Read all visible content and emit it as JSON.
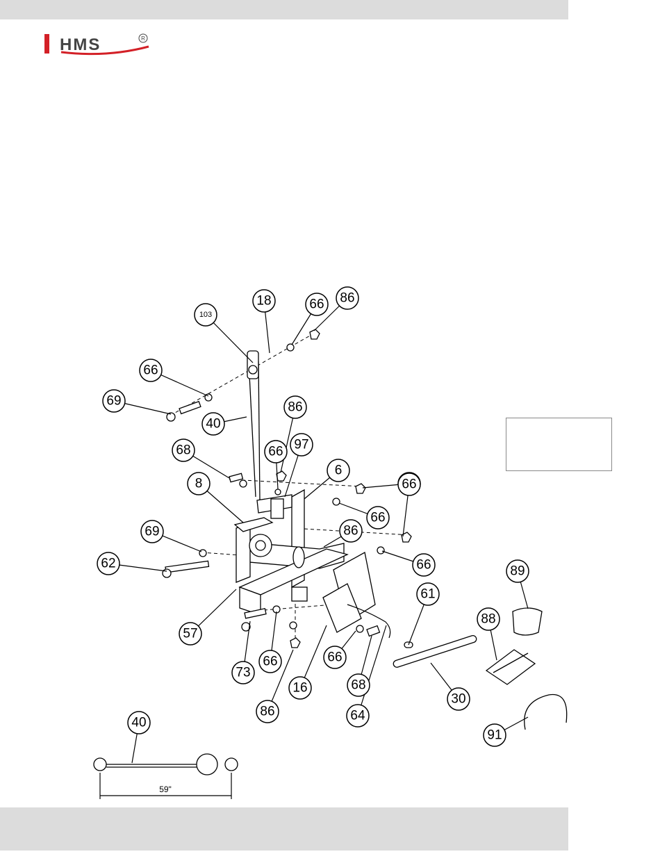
{
  "header": {
    "brand": "HMS",
    "registered_mark": "R",
    "brand_accent_color": "#d32027",
    "bar_color": "#dcdcdc"
  },
  "diagram": {
    "callouts": [
      "18",
      "103",
      "66",
      "86",
      "66",
      "69",
      "40",
      "68",
      "66",
      "86",
      "97",
      "8",
      "6",
      "86",
      "66",
      "66",
      "69",
      "62",
      "86",
      "66",
      "89",
      "61",
      "88",
      "57",
      "73",
      "66",
      "66",
      "16",
      "68",
      "64",
      "30",
      "86",
      "91",
      "40"
    ],
    "dimension_label": "59\""
  }
}
